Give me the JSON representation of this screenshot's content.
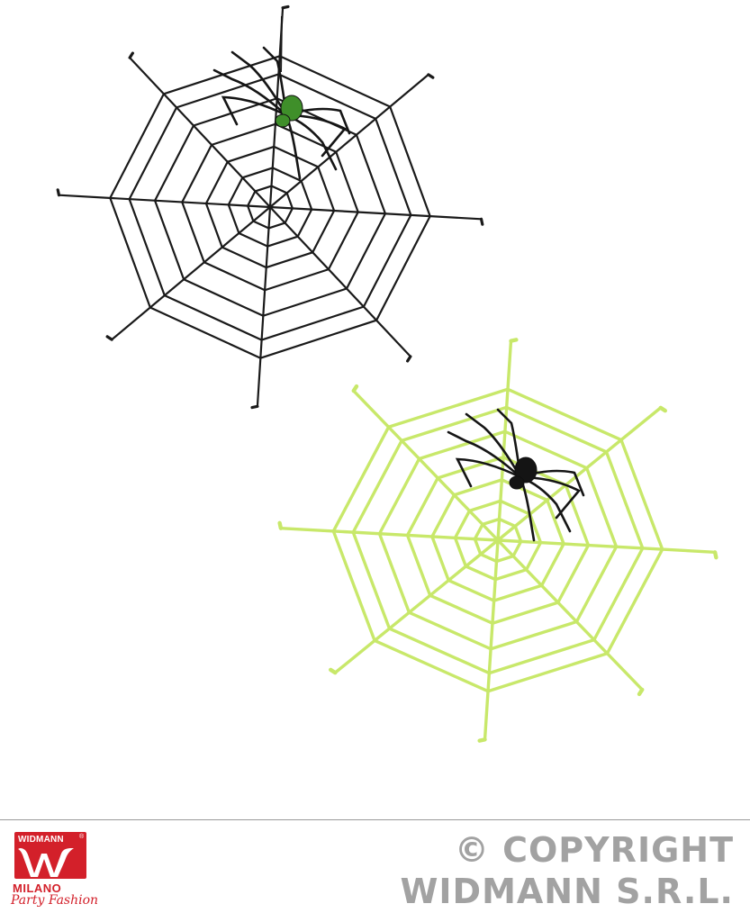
{
  "image": {
    "subject": "two spider web decorations with spiders",
    "webs": [
      {
        "name": "black-web",
        "color": "#1a1a1a",
        "spider_color": "#3f8f2a"
      },
      {
        "name": "yellow-green-web",
        "color": "#c8e86a",
        "spider_color": "#141414"
      }
    ]
  },
  "footer": {
    "logo": {
      "brand": "WIDMANN",
      "registered": "®",
      "city": "MILANO",
      "tagline": "Party Fashion",
      "color": "#d3202a"
    },
    "copyright": {
      "line1": "© COPYRIGHT",
      "line2": "WIDMANN S.R.L.",
      "color": "#a2a2a2"
    }
  }
}
